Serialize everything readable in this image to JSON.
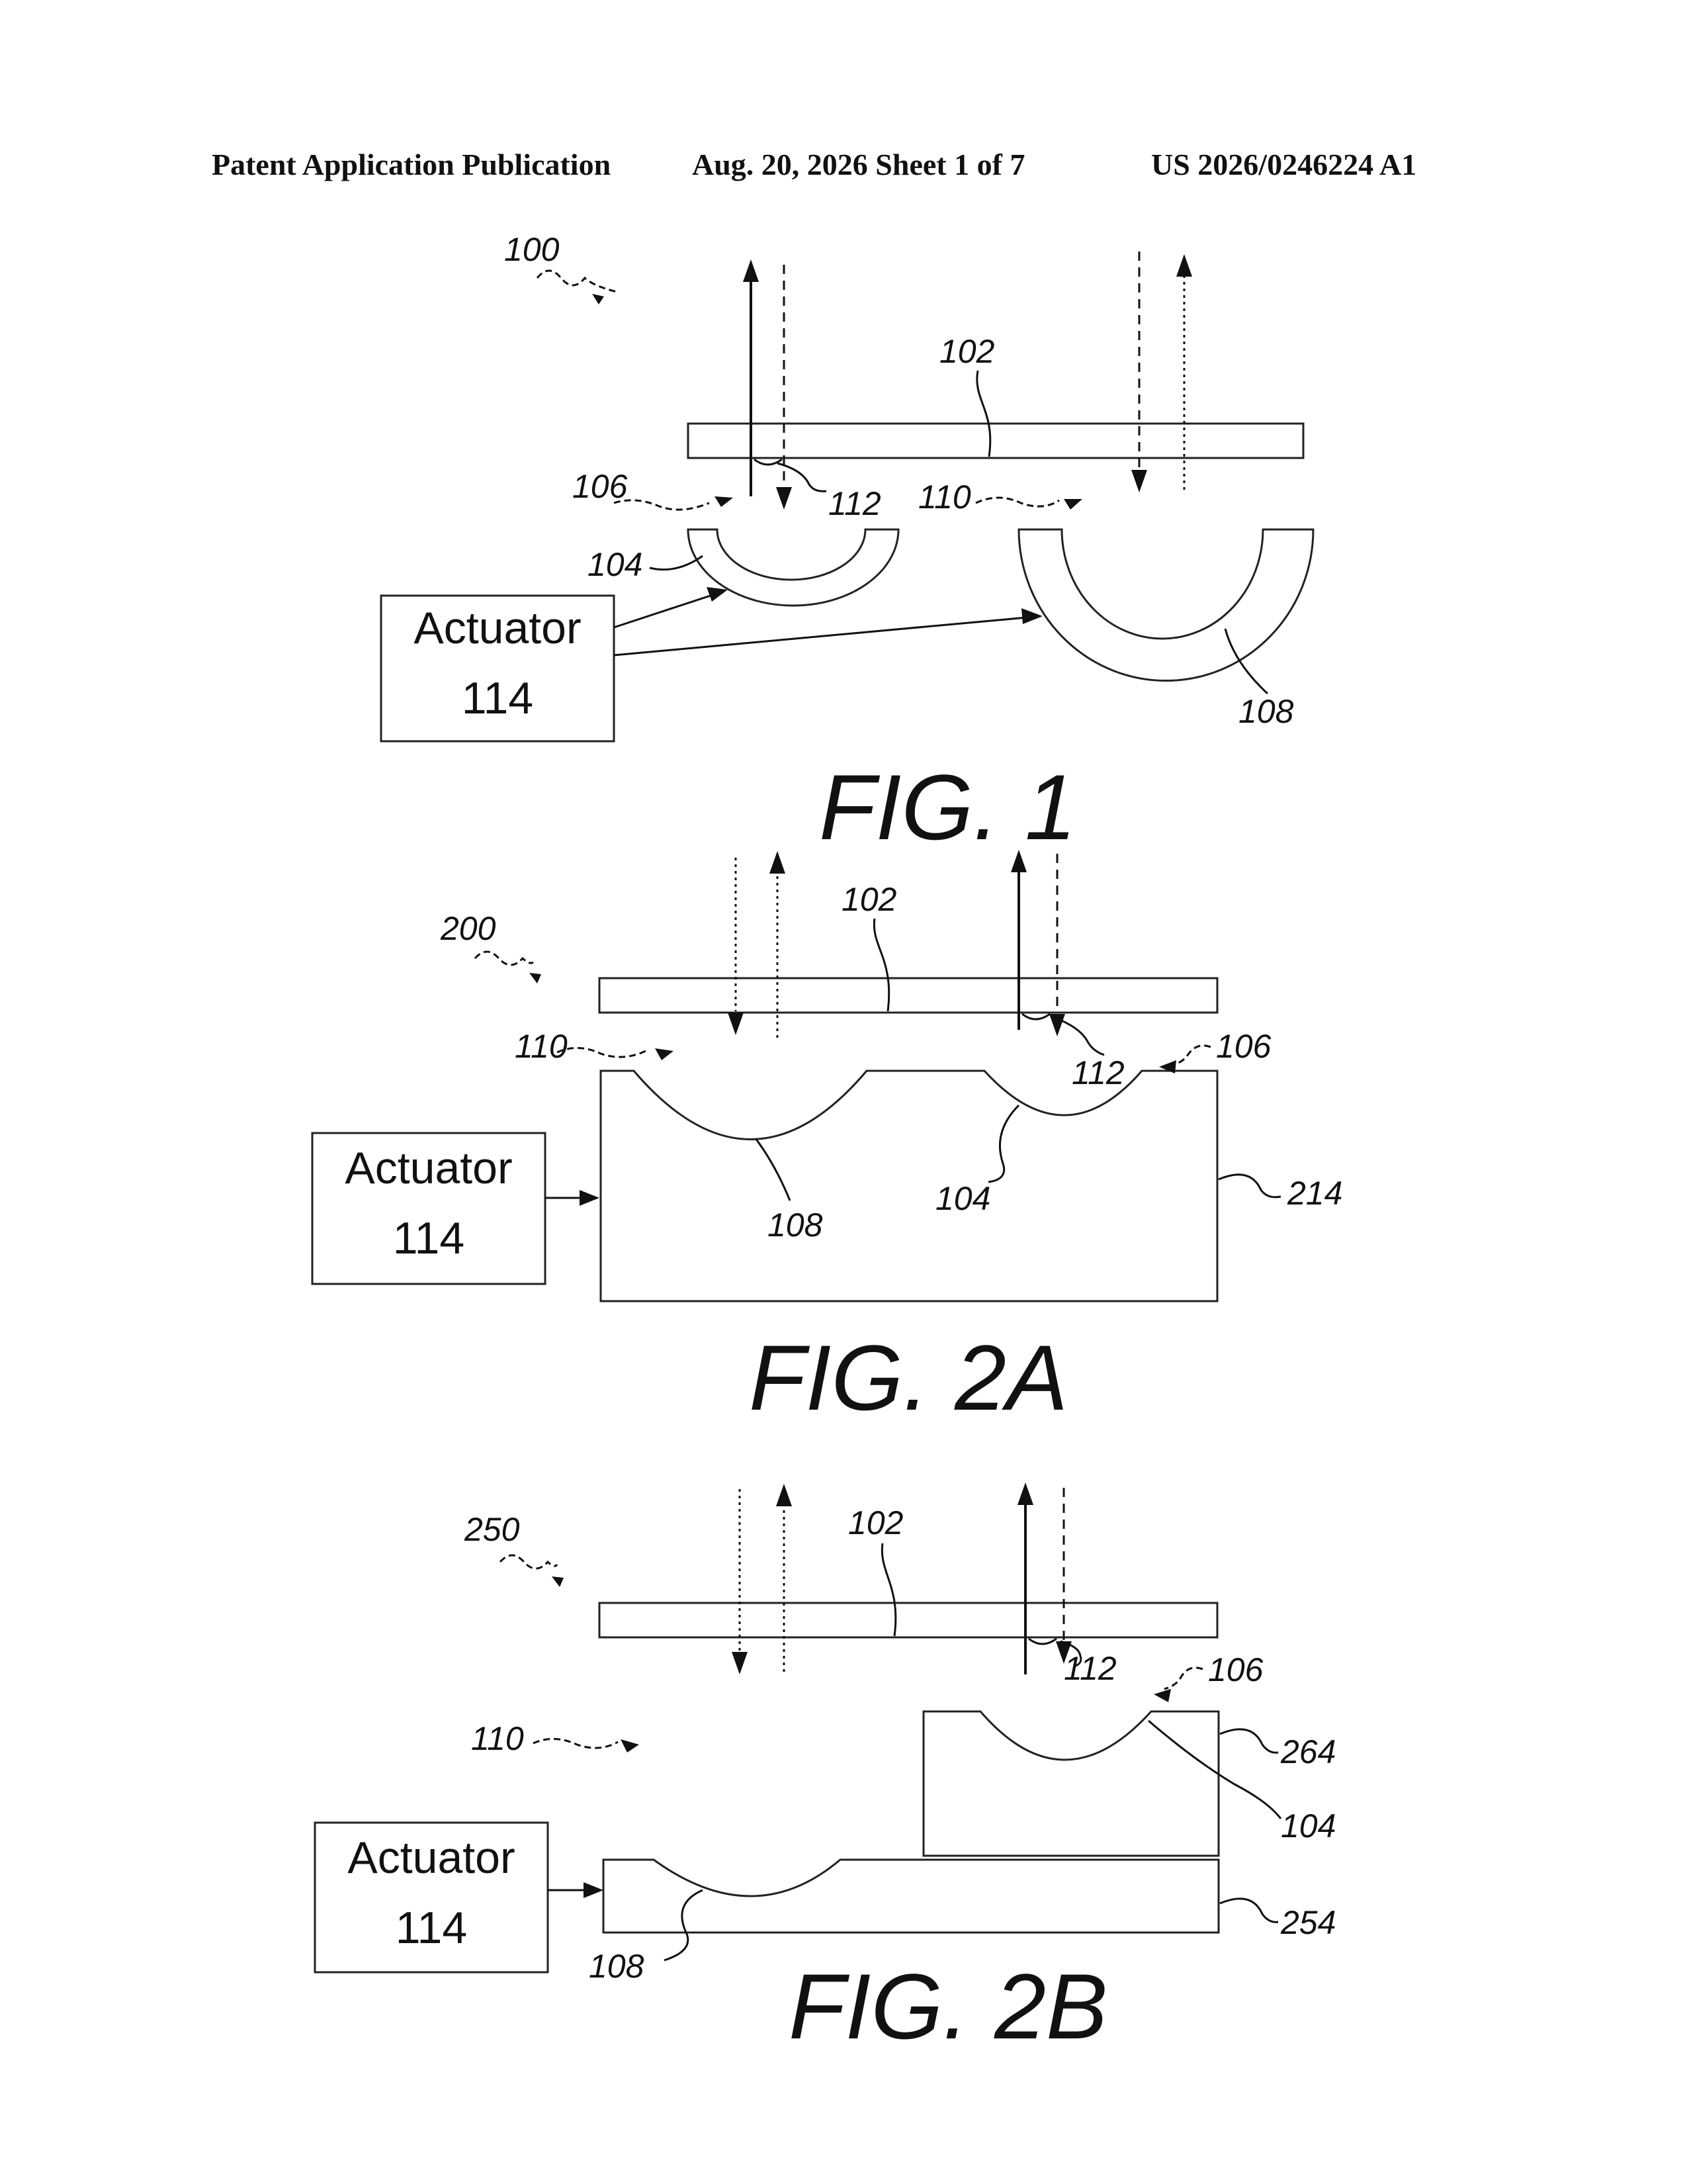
{
  "header": {
    "publication": "Patent Application Publication",
    "date_sheet": "Aug. 20, 2026  Sheet 1 of 7",
    "number": "US 2026/0246224 A1"
  },
  "fig1": {
    "caption": "FIG. 1",
    "ref_system": "100",
    "ref_plate": "102",
    "ref_104": "104",
    "ref_106": "106",
    "ref_108": "108",
    "ref_110": "110",
    "ref_112": "112",
    "actuator_label": "Actuator",
    "actuator_ref": "114"
  },
  "fig2a": {
    "caption": "FIG. 2A",
    "ref_system": "200",
    "ref_plate": "102",
    "ref_104": "104",
    "ref_106": "106",
    "ref_108": "108",
    "ref_110": "110",
    "ref_112": "112",
    "ref_214": "214",
    "actuator_label": "Actuator",
    "actuator_ref": "114"
  },
  "fig2b": {
    "caption": "FIG. 2B",
    "ref_system": "250",
    "ref_plate": "102",
    "ref_104": "104",
    "ref_106": "106",
    "ref_108": "108",
    "ref_110": "110",
    "ref_112": "112",
    "ref_254": "254",
    "ref_264": "264",
    "actuator_label": "Actuator",
    "actuator_ref": "114"
  }
}
